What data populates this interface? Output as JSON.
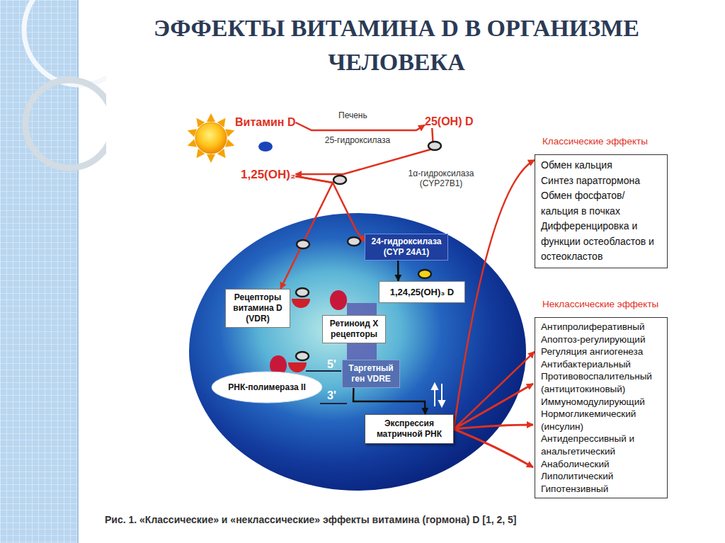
{
  "diagram": {
    "title": "ЭФФЕКТЫ ВИТАМИНА D В ОРГАНИЗМЕ ЧЕЛОВЕКА",
    "caption": "Рис. 1. «Классические» и «неклассические» эффекты витамина (гормона) D [1, 2, 5]",
    "nodes": [
      {
        "text": [
          "Витамин D"
        ]
      },
      {
        "text": [
          "25(OH) D"
        ]
      },
      {
        "text": [
          "1,25(OH)₂"
        ]
      },
      {
        "text": [
          "24-гидроксилаза (CYP 24A1)"
        ]
      },
      {
        "text": [
          "1,24,25(OH)₃ D"
        ]
      },
      {
        "text": [
          "Рецепторы витамина D (VDR)"
        ]
      },
      {
        "text": [
          "Ретиноид X рецепторы"
        ]
      },
      {
        "text": [
          "Таргетный ген VDRE"
        ]
      },
      {
        "text": [
          "РНК-полимераза II"
        ]
      },
      {
        "text": [
          "Экспрессия матричной РНК"
        ]
      },
      {
        "text": [
          "Классические эффекты",
          "Обмен кальция",
          "Синтез паратгормона",
          "Обмен фосфатов/ кальция в почках",
          "Дифференцировка и функции остеобластов и остеокластов"
        ]
      },
      {
        "text": [
          "Неклассические эффекты",
          "Антипролиферативный",
          "Апоптоз-регулирующий",
          "Регуляция ангиогенеза",
          "Антибактериальный",
          "Противовоспалительный (антицитокиновый)",
          "Иммуномодулирующий",
          "Нормогликемический (инсулин)",
          "Антидепрессивный и анальгетический",
          "Анаболический",
          "Липолитический",
          "Гипотензивный"
        ]
      }
    ],
    "edges": [
      {
        "from": 0,
        "to": 1,
        "label": "25-гидроксилаза",
        "arrow": "to"
      },
      {
        "from": 1,
        "to": 2,
        "label": "1α-гидроксилаза (CYP27B1)",
        "arrow": "to"
      },
      {
        "from": 2,
        "to": 5,
        "arrow": "to"
      },
      {
        "from": 2,
        "to": 3,
        "arrow": "to"
      },
      {
        "from": 3,
        "to": 4,
        "arrow": "to"
      },
      {
        "from": 7,
        "to": 9,
        "arrow": "to"
      },
      {
        "from": 9,
        "to": 10,
        "arrow": "to"
      },
      {
        "from": 9,
        "to": 11,
        "arrow": "to"
      }
    ],
    "labels": [
      "Печень",
      "5'",
      "3'"
    ]
  }
}
